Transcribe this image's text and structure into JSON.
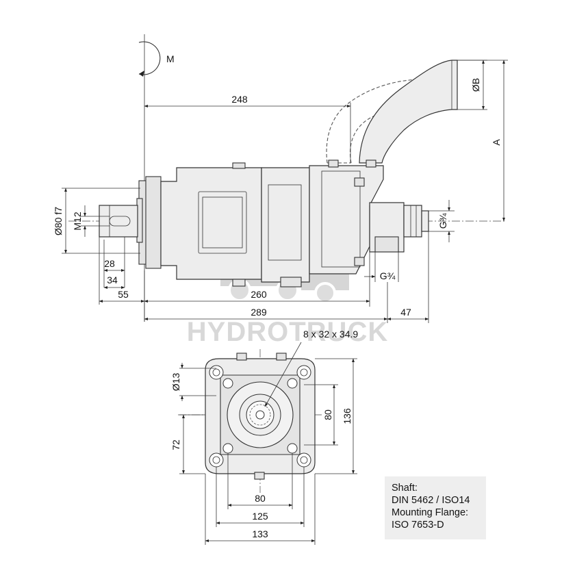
{
  "side_view": {
    "rotation_label": "M",
    "dimensions": {
      "total_length_to_outlet": "248",
      "diameter_b": "ØB",
      "height_a": "A",
      "pilot_diameter": "Ø80 f7",
      "shaft_thread": "M12",
      "port_right": "G¾",
      "port_bottom": "G¾",
      "d28": "28",
      "d34": "34",
      "d55": "55",
      "d260": "260",
      "d289": "289",
      "d47": "47"
    }
  },
  "front_view": {
    "spline": "8 x 32 x 34.9",
    "hole_diameter": "Ø13",
    "d72": "72",
    "d80_vertical": "80",
    "d136": "136",
    "d80_horizontal": "80",
    "d125": "125",
    "d133": "133"
  },
  "info": {
    "shaft_label": "Shaft:",
    "shaft_value": "DIN 5462 / ISO14",
    "flange_label": "Mounting Flange:",
    "flange_value": "ISO 7653-D"
  },
  "watermark": {
    "text": "HYDROTRUCK"
  }
}
